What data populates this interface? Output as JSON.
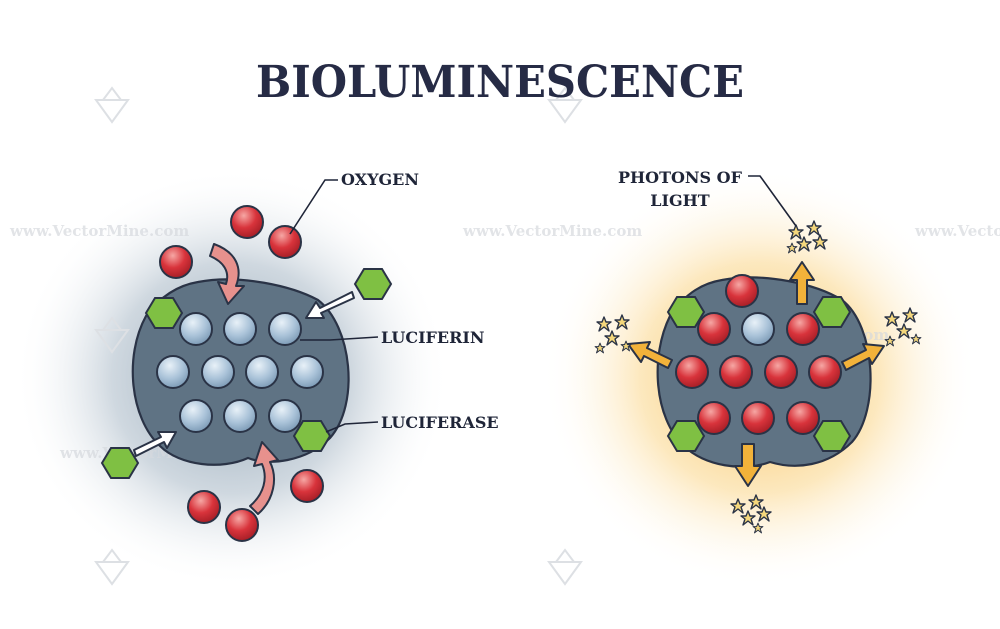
{
  "title": "BIOLUMINESCENCE",
  "labels": {
    "oxygen": "OXYGEN",
    "luciferin": "LUCIFERIN",
    "luciferase": "LUCIFERASE",
    "photons_line1": "PHOTONS OF",
    "photons_line2": "LIGHT"
  },
  "watermark": "www.VectorMine.com",
  "colors": {
    "title": "#262b45",
    "enzyme_body": "#5f7384",
    "luciferin_sphere": "#a9c2d8",
    "oxygen_sphere": "#d8333b",
    "luciferase_hexagon": "#7fc043",
    "white_arrow": "#ffffff",
    "pink_arrow": "#e7918d",
    "orange_arrow": "#f2b23a",
    "star": "#f4d77c",
    "left_glow": "#7f95a8",
    "right_glow": "#f8c45a"
  }
}
